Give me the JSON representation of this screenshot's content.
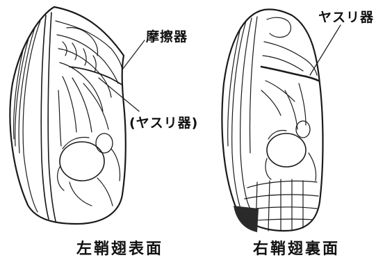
{
  "labels": {
    "left_scraper": "摩擦器",
    "left_file": "(ヤスリ器)",
    "right_file": "ヤスリ器"
  },
  "captions": {
    "left": "左鞘翅表面",
    "right": "右鞘翅裏面"
  }
}
